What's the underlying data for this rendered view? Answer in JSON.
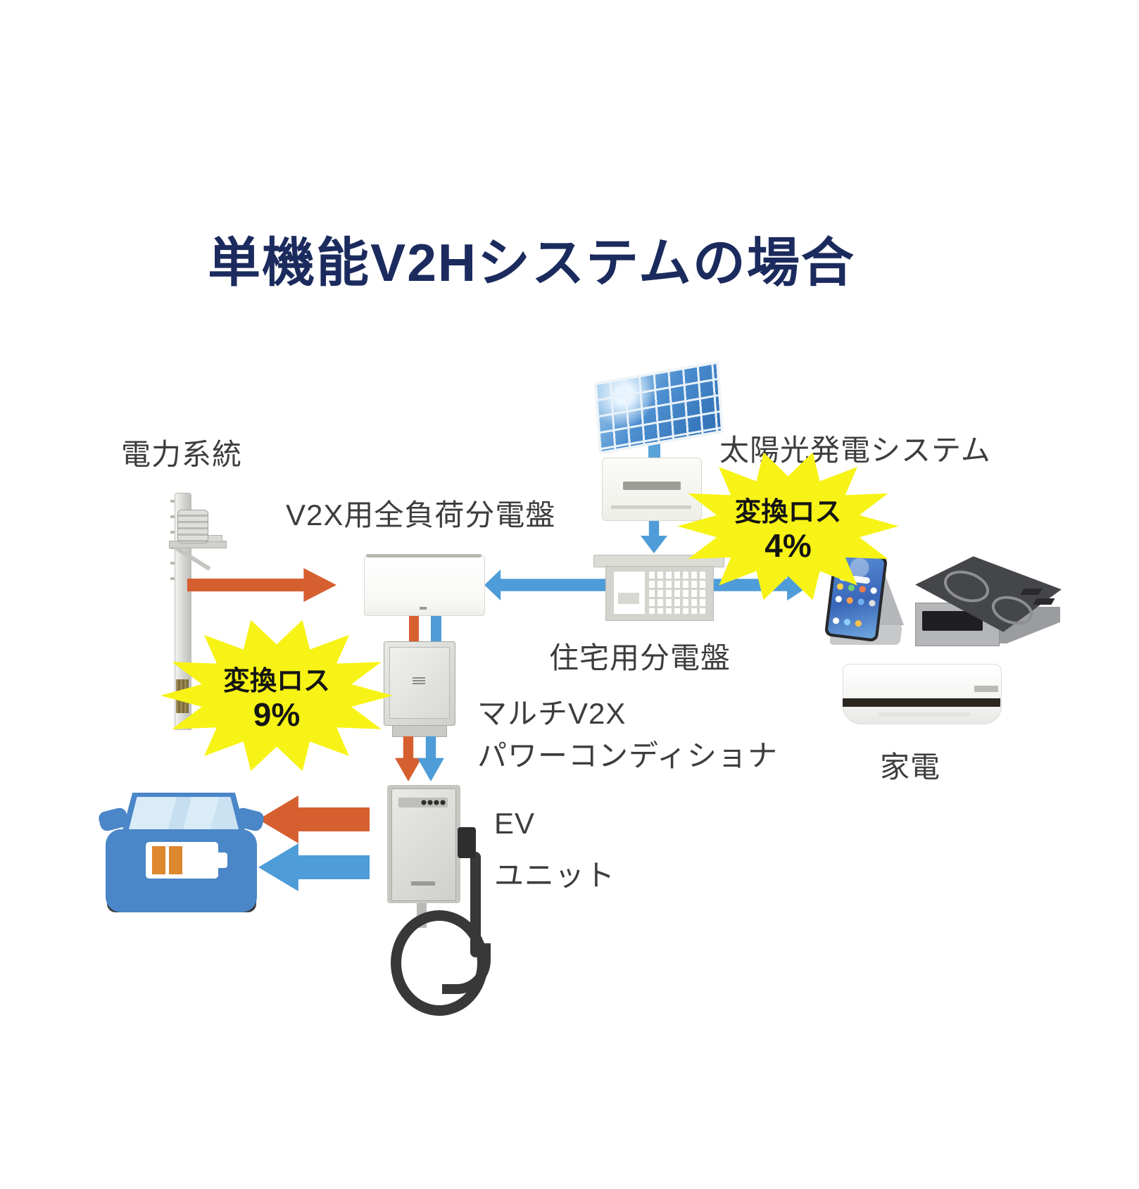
{
  "title": "単機能V2Hシステムの場合",
  "colors": {
    "title_navy": "#1b2b5e",
    "flow_orange": "#d65f30",
    "flow_blue": "#4e9cd8",
    "highlight_yellow": "#f7f316",
    "label_gray": "#3d3d3d"
  },
  "nodes": {
    "power_grid": {
      "label": "電力系統"
    },
    "v2x_board": {
      "label": "V2X用全負荷分電盤"
    },
    "solar_system": {
      "label": "太陽光発電システム"
    },
    "home_board": {
      "label": "住宅用分電盤"
    },
    "conditioner": {
      "label_line1": "マルチV2X",
      "label_line2": "パワーコンディショナ"
    },
    "ev_unit": {
      "label_line1": "EV",
      "label_line2": "ユニット"
    },
    "appliances": {
      "label": "家電"
    }
  },
  "callouts": {
    "solar_loss": {
      "label": "変換ロス",
      "value": "4%"
    },
    "ev_loss": {
      "label": "変換ロス",
      "value": "9%"
    }
  }
}
